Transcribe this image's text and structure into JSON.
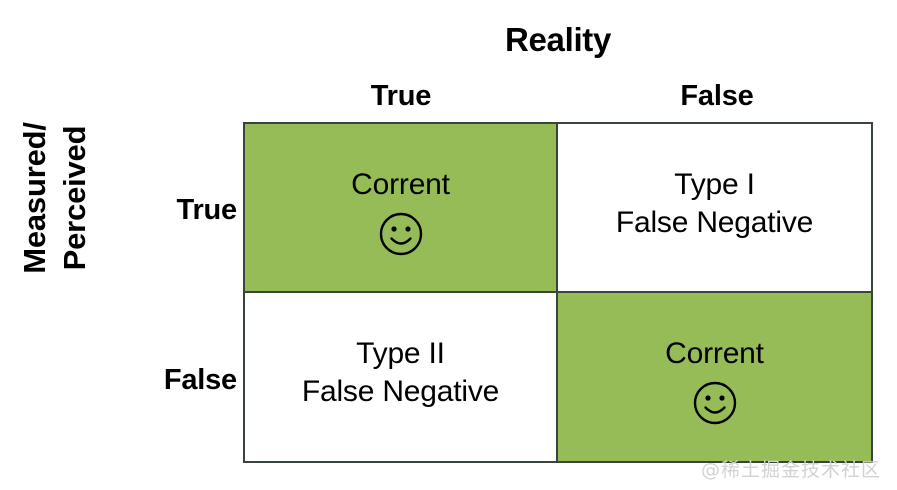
{
  "diagram": {
    "top_axis_title": "Reality",
    "left_axis_title_line1": "Measured/",
    "left_axis_title_line2": "Perceived",
    "column_headers": [
      "True",
      "False"
    ],
    "row_headers": [
      "True",
      "False"
    ],
    "cells": [
      {
        "row": "True",
        "column": "True",
        "text": "Corrent",
        "icon": "smiley-face-icon",
        "highlighted": true,
        "fill": "#96bc58"
      },
      {
        "row": "True",
        "column": "False",
        "text": "Type I\nFalse Negative",
        "icon": null,
        "highlighted": false,
        "fill": "#ffffff"
      },
      {
        "row": "False",
        "column": "True",
        "text": "Type II\nFalse Negative",
        "icon": null,
        "highlighted": false,
        "fill": "#ffffff"
      },
      {
        "row": "False",
        "column": "False",
        "text": "Corrent",
        "icon": "smiley-face-icon",
        "highlighted": true,
        "fill": "#96bc58"
      }
    ],
    "colors": {
      "highlight_green": "#96bc58",
      "cell_background": "#ffffff",
      "border": "#39443c",
      "text": "#000000",
      "watermark": "#d2d2d2"
    }
  },
  "watermark": {
    "text": "@稀土掘金技术社区"
  }
}
